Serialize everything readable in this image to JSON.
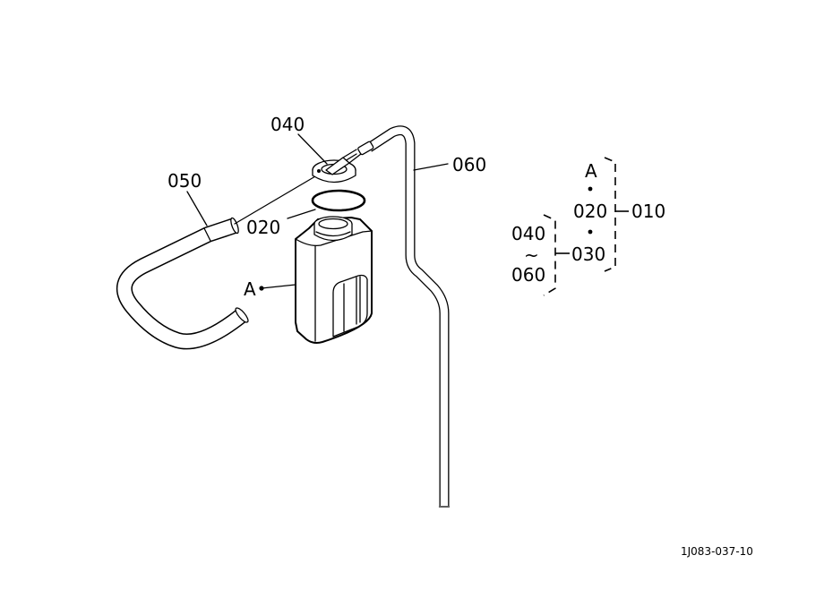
{
  "parts": {
    "p040": "040",
    "p050": "050",
    "p060": "060",
    "p020": "020",
    "pA": "A"
  },
  "legend": {
    "a": "A",
    "l020": "020",
    "l010": "010",
    "l040": "040",
    "tilde": "~",
    "l060": "060",
    "l030": "030"
  },
  "drawing_code": "1J083-037-10"
}
